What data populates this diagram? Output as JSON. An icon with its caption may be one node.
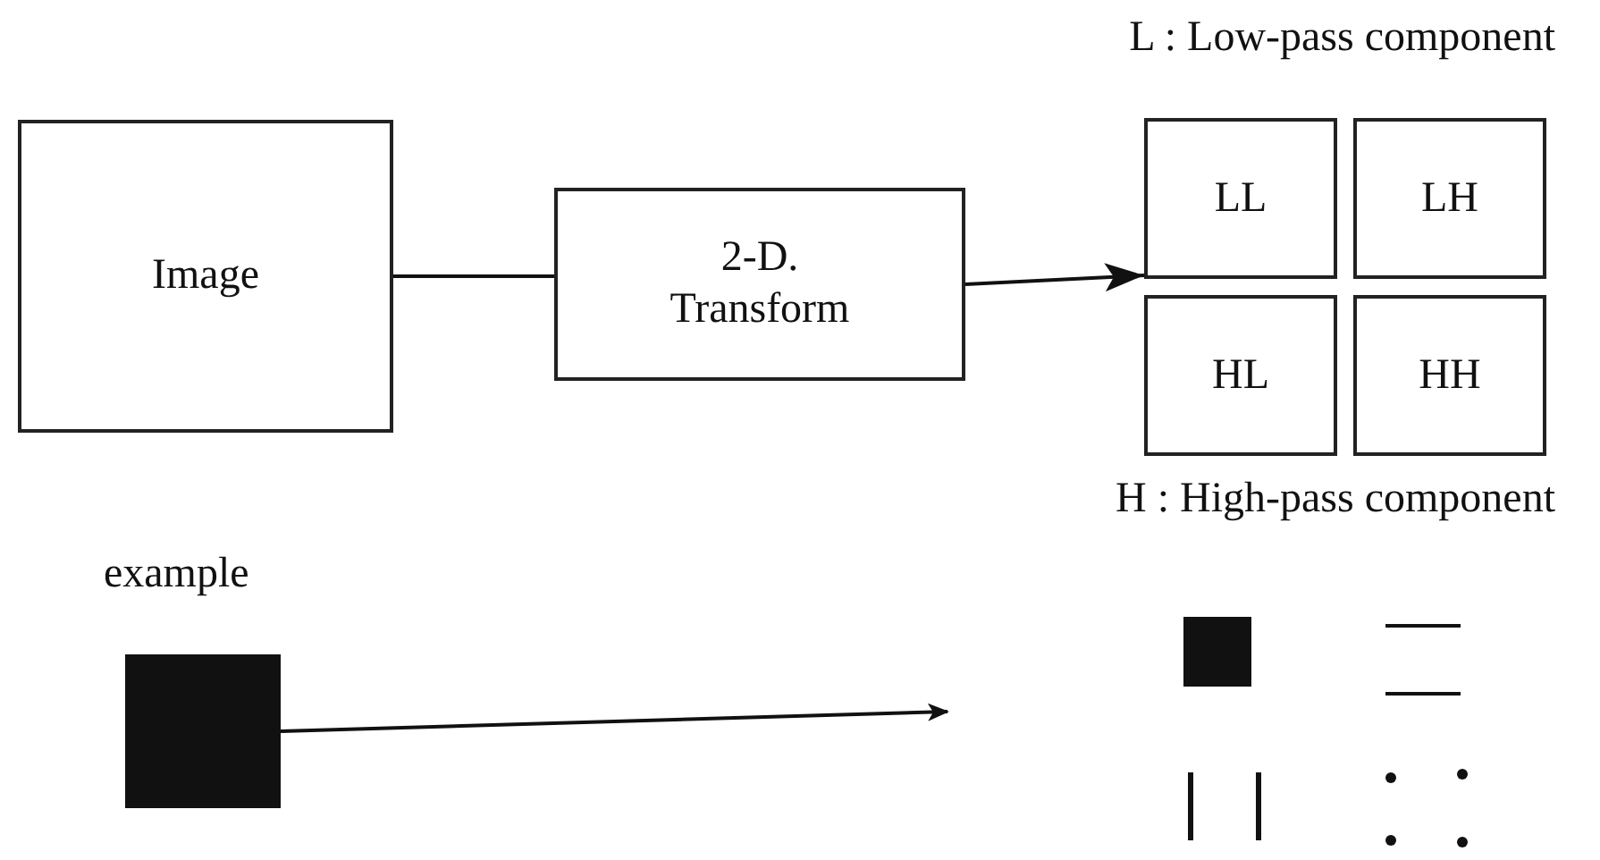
{
  "diagram": {
    "nodes": [
      {
        "text": [
          "Image"
        ]
      },
      {
        "text": [
          "2-D. Transform"
        ]
      },
      {
        "text": [
          "LL"
        ]
      },
      {
        "text": [
          "LH"
        ]
      },
      {
        "text": [
          "HL"
        ]
      },
      {
        "text": [
          "HH"
        ]
      },
      {
        "text": [],
        "shape": "box",
        "beside": [
          "example"
        ]
      },
      {
        "text": [],
        "shape": "box"
      },
      {
        "text": [],
        "shape": "picture"
      },
      {
        "text": [],
        "shape": "picture"
      },
      {
        "text": [],
        "shape": "picture"
      }
    ],
    "edges": [
      {
        "from": 0,
        "to": 1,
        "arrow": "none"
      },
      {
        "from": 1,
        "to": 2,
        "arrow": "to"
      },
      {
        "from": 6,
        "to": null,
        "arrow": "to"
      }
    ],
    "labels": [
      "L : Low-pass component",
      "H : High-pass component"
    ]
  }
}
